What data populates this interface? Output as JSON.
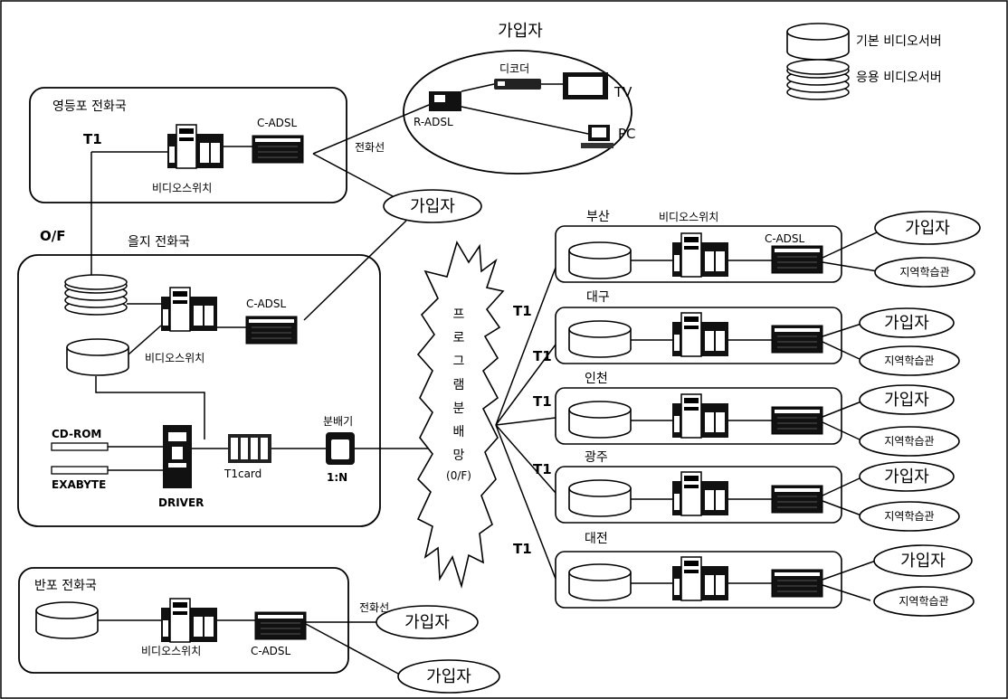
{
  "legend": {
    "basic_server": "기본 비디오서버",
    "applied_server": "응용 비디오서버"
  },
  "subscriber_home": {
    "title": "가입자",
    "r_adsl": "R-ADSL",
    "decoder": "디코더",
    "tv": "TV",
    "pc": "PC"
  },
  "yeongdeungpo": {
    "title": "영등포 전화국",
    "t1": "T1",
    "switch": "비디오스위치",
    "cadsl": "C-ADSL"
  },
  "links": {
    "phone_line_top": "전화선",
    "phone_line_banpo": "전화선",
    "of": "O/F"
  },
  "subscriber_mid": "가입자",
  "euljiro": {
    "title": "을지 전화국",
    "switch": "비디오스위치",
    "cadsl": "C-ADSL",
    "cdrom": "CD-ROM",
    "exabyte": "EXABYTE",
    "driver": "DRIVER",
    "t1card": "T1card",
    "splitter": "분배기",
    "ratio": "1:N"
  },
  "network": {
    "chars": [
      "프",
      "로",
      "그",
      "램",
      "분",
      "배",
      "망",
      "(0/F)"
    ]
  },
  "regional": {
    "switch_label": "비디오스위치",
    "cadsl_label": "C-ADSL",
    "subscriber": "가입자",
    "learning_center": "지역학습관",
    "t1": "T1",
    "offices": [
      {
        "name": "부산"
      },
      {
        "name": "대구"
      },
      {
        "name": "인천"
      },
      {
        "name": "광주"
      },
      {
        "name": "대전"
      }
    ]
  },
  "banpo": {
    "title": "반포 전화국",
    "switch": "비디오스위치",
    "cadsl": "C-ADSL",
    "subscriber1": "가입자",
    "subscriber2": "가입자"
  }
}
